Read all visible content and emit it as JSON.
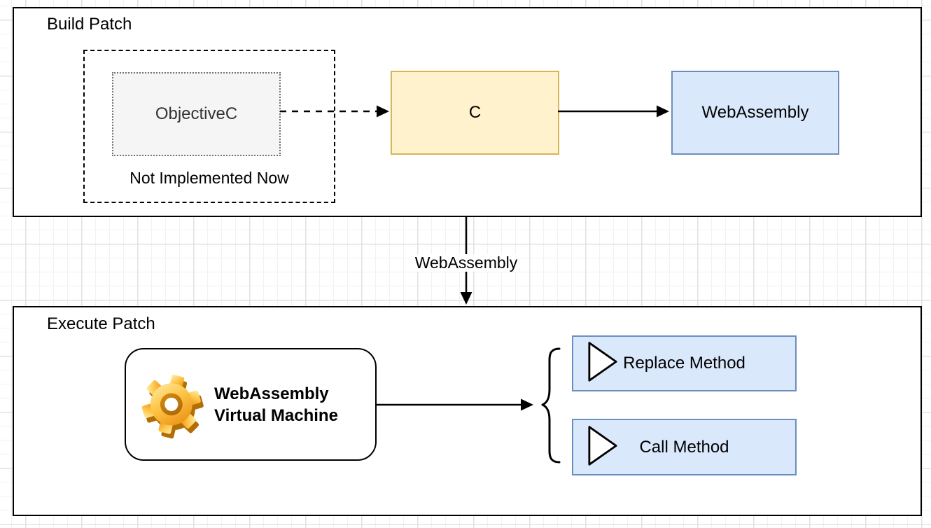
{
  "diagram": {
    "build_patch": {
      "title": "Build Patch",
      "objectivec_group": {
        "node_label": "ObjectiveC",
        "note": "Not Implemented Now"
      },
      "c_node": {
        "label": "C"
      },
      "webassembly_node": {
        "label": "WebAssembly"
      }
    },
    "flow": {
      "label": "WebAssembly"
    },
    "execute_patch": {
      "title": "Execute Patch",
      "vm_node": {
        "line1": "WebAssembly",
        "line2": "Virtual Machine"
      },
      "methods": [
        {
          "label": "Replace Method"
        },
        {
          "label": "Call Method"
        }
      ]
    },
    "icons": {
      "gear": "gear-icon",
      "play": "play-icon"
    },
    "colors": {
      "yellow_fill": "#FFF2CC",
      "yellow_border": "#D6B656",
      "blue_fill": "#DAE8FC",
      "blue_border": "#6C8EBF",
      "gray_fill": "#F5F5F5",
      "gray_border": "#737373",
      "line": "#000000",
      "grid_minor": "#f2f2f2",
      "grid_major": "#e2e2e2",
      "gear_gold_light": "#FFEFAE",
      "gear_gold_dark": "#E8860C"
    }
  }
}
